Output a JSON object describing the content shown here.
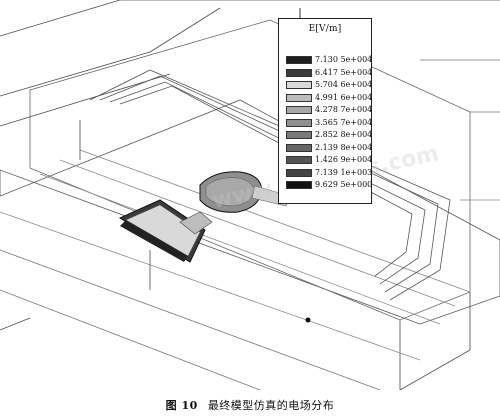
{
  "legend": {
    "title": "E[V/m]",
    "entries": [
      {
        "label": "7.130 5e+004",
        "color": "#1e1e1e"
      },
      {
        "label": "6.417 5e+004",
        "color": "#3a3a3a"
      },
      {
        "label": "5.704 6e+004",
        "color": "#d9d9d9"
      },
      {
        "label": "4.991 6e+004",
        "color": "#bdbdbd"
      },
      {
        "label": "4.278 7e+004",
        "color": "#a8a8a8"
      },
      {
        "label": "3.565 7e+004",
        "color": "#8f8f8f"
      },
      {
        "label": "2.852 8e+004",
        "color": "#7a7a7a"
      },
      {
        "label": "2.139 8e+004",
        "color": "#666666"
      },
      {
        "label": "1.426 9e+004",
        "color": "#555555"
      },
      {
        "label": "7.139 1e+003",
        "color": "#444444"
      },
      {
        "label": "9.629 5e+000",
        "color": "#111111"
      }
    ]
  },
  "caption": {
    "number": "图 10",
    "text": "最终模型仿真的电场分布"
  },
  "watermark": "www.elecfans.com"
}
